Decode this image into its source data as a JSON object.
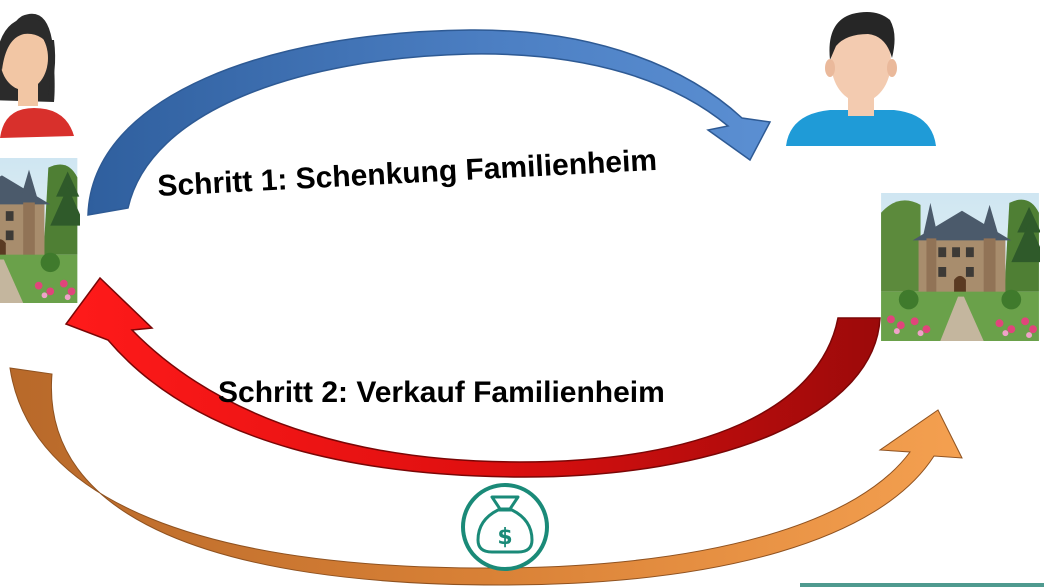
{
  "steps": {
    "step1_label": "Schritt 1: Schenkung Familienheim",
    "step2_label": "Schritt 2: Verkauf Familienheim"
  },
  "people": {
    "giver": "woman-person-icon",
    "receiver": "man-person-icon"
  },
  "assets": {
    "house_left": "house-image",
    "house_right": "house-image",
    "payment": "money-bag-icon"
  },
  "colors": {
    "step1_arrow": "#4a7bbd",
    "step2_arrow": "#e01010",
    "payment_arrow": "#e8893a",
    "money_icon": "#1a8a78",
    "man_shirt": "#1d9ad6",
    "woman_shirt": "#d62d2d"
  }
}
